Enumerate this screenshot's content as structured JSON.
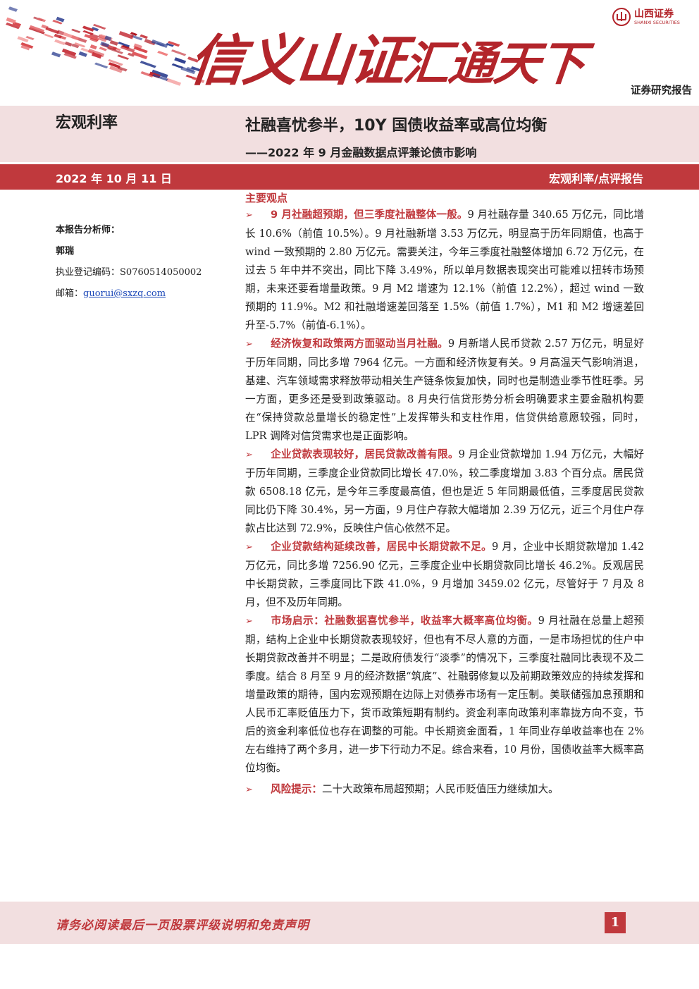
{
  "header": {
    "slogan_part1": "信义山证",
    "slogan_part2": "汇通天下",
    "logo_cn": "山西证券",
    "logo_en": "SHANXI SECURITIES",
    "report_type": "证券研究报告",
    "brand_color": "#b3252b"
  },
  "title": {
    "category": "宏观利率",
    "main": "社融喜忧参半，10Y 国债收益率或高位均衡",
    "sub": "——2022 年 9 月金融数据点评兼论债市影响"
  },
  "meta": {
    "date": "2022 年 10 月 11 日",
    "series": "宏观利率/点评报告"
  },
  "analyst": {
    "label": "本报告分析师：",
    "name": "郭瑞",
    "reg_label": "执业登记编码：",
    "reg_code": "S0760514050002",
    "email_label": "邮箱：",
    "email": "guorui@sxzq.com"
  },
  "content": {
    "section_title": "主要观点",
    "arrow": "➢",
    "bullets": [
      {
        "head": "9 月社融超预期，但三季度社融整体一般。",
        "body": "9 月社融存量 340.65 万亿元，同比增长 10.6%（前值 10.5%）。9 月社融新增 3.53 万亿元，明显高于历年同期值，也高于 wind 一致预期的 2.80 万亿元。需要关注，今年三季度社融整体增加 6.72 万亿元，在过去 5 年中并不突出，同比下降 3.49%，所以单月数据表现突出可能难以扭转市场预期，未来还要看增量政策。9 月 M2 增速为 12.1%（前值 12.2%），超过 wind 一致预期的 11.9%。M2 和社融增速差回落至 1.5%（前值 1.7%），M1 和 M2 增速差回升至-5.7%（前值-6.1%）。"
      },
      {
        "head": "经济恢复和政策两方面驱动当月社融。",
        "body": "9 月新增人民币贷款 2.57 万亿元，明显好于历年同期，同比多增 7964 亿元。一方面和经济恢复有关。9 月高温天气影响消退，基建、汽车领域需求释放带动相关生产链条恢复加快，同时也是制造业季节性旺季。另一方面，更多还是受到政策驱动。8 月央行信贷形势分析会明确要求主要金融机构要在“保持贷款总量增长的稳定性”上发挥带头和支柱作用，信贷供给意愿较强，同时，LPR 调降对信贷需求也是正面影响。"
      },
      {
        "head": "企业贷款表现较好，居民贷款改善有限。",
        "body": "9 月企业贷款增加 1.94 万亿元，大幅好于历年同期，三季度企业贷款同比增长 47.0%，较二季度增加 3.83 个百分点。居民贷款 6508.18 亿元，是今年三季度最高值，但也是近 5 年同期最低值，三季度居民贷款同比仍下降 30.4%，另一方面，9 月住户存款大幅增加 2.39 万亿元，近三个月住户存款占比达到 72.9%，反映住户信心依然不足。"
      },
      {
        "head": "企业贷款结构延续改善，居民中长期贷款不足。",
        "body": "9 月，企业中长期贷款增加 1.42 万亿元，同比多增 7256.90 亿元，三季度企业中长期贷款同比增长 46.2%。反观居民中长期贷款，三季度同比下跌 41.0%，9 月增加 3459.02 亿元，尽管好于 7 月及 8 月，但不及历年同期。"
      },
      {
        "head": "市场启示：社融数据喜忧参半，收益率大概率高位均衡。",
        "body": "9 月社融在总量上超预期，结构上企业中长期贷款表现较好，但也有不尽人意的方面，一是市场担忧的住户中长期贷款改善并不明显；二是政府债发行“淡季”的情况下，三季度社融同比表现不及二季度。结合 8 月至 9 月的经济数据“筑底”、社融弱修复以及前期政策效应的持续发挥和增量政策的期待，国内宏观预期在边际上对债券市场有一定压制。美联储强加息预期和人民币汇率贬值压力下，货币政策短期有制约。资金利率向政策利率靠拢方向不变，节后的资金利率低位也存在调整的可能。中长期资金面看，1 年同业存单收益率也在 2%左右维持了两个多月，进一步下行动力不足。综合来看，10 月份，国债收益率大概率高位均衡。"
      },
      {
        "head": "风险提示：",
        "body": "二十大政策布局超预期；人民币贬值压力继续加大。"
      }
    ]
  },
  "footer": {
    "disclaimer": "请务必阅读最后一页股票评级说明和免责声明",
    "page_number": "1"
  }
}
